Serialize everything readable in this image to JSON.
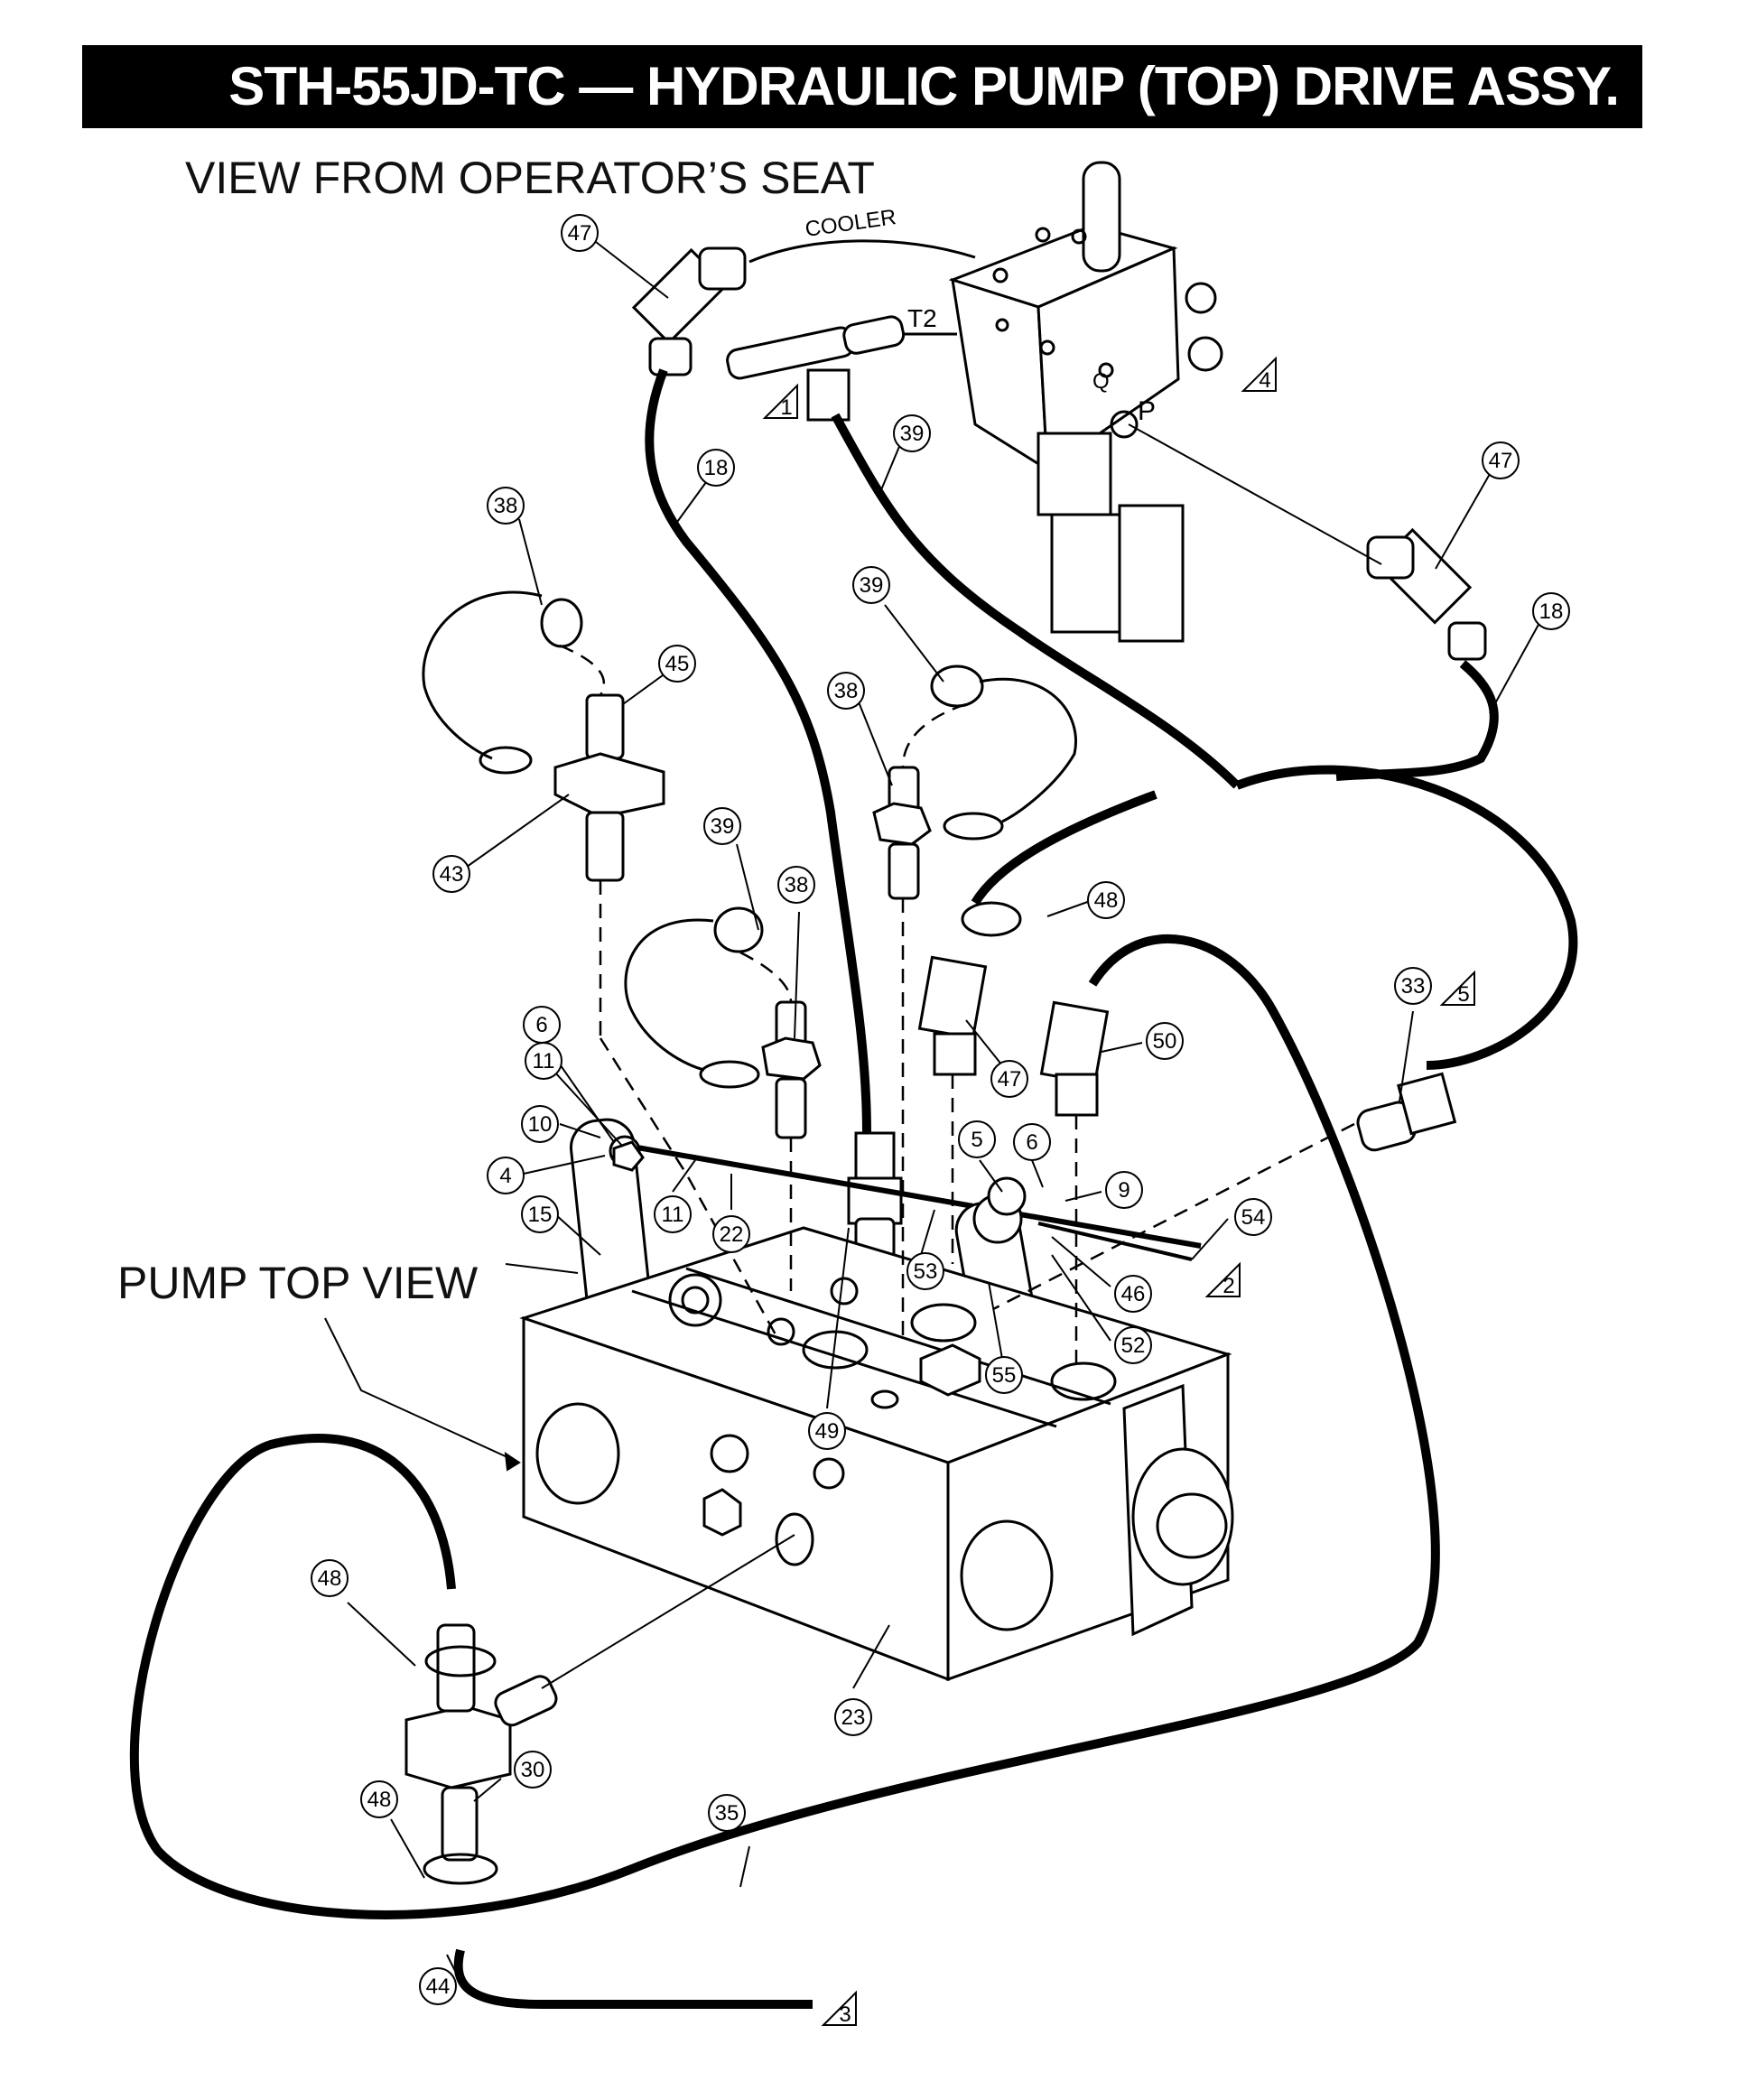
{
  "title": "STH-55JD-TC — HYDRAULIC PUMP (TOP) DRIVE ASSY.",
  "view_label": "VIEW FROM OPERATOR’S SEAT",
  "pump_label": "PUMP TOP VIEW",
  "text_labels": {
    "cooler": "COOLER",
    "t2": "T2",
    "q": "Q",
    "p": "P"
  },
  "callouts": [
    "47",
    "18",
    "39",
    "38",
    "45",
    "43",
    "39",
    "38",
    "39",
    "38",
    "47",
    "18",
    "48",
    "47",
    "50",
    "6",
    "11",
    "10",
    "4",
    "15",
    "11",
    "22",
    "5",
    "6",
    "9",
    "53",
    "46",
    "52",
    "55",
    "49",
    "33",
    "54",
    "48",
    "30",
    "48",
    "23",
    "35",
    "44"
  ],
  "notes": [
    "1",
    "2",
    "3",
    "4",
    "5"
  ]
}
